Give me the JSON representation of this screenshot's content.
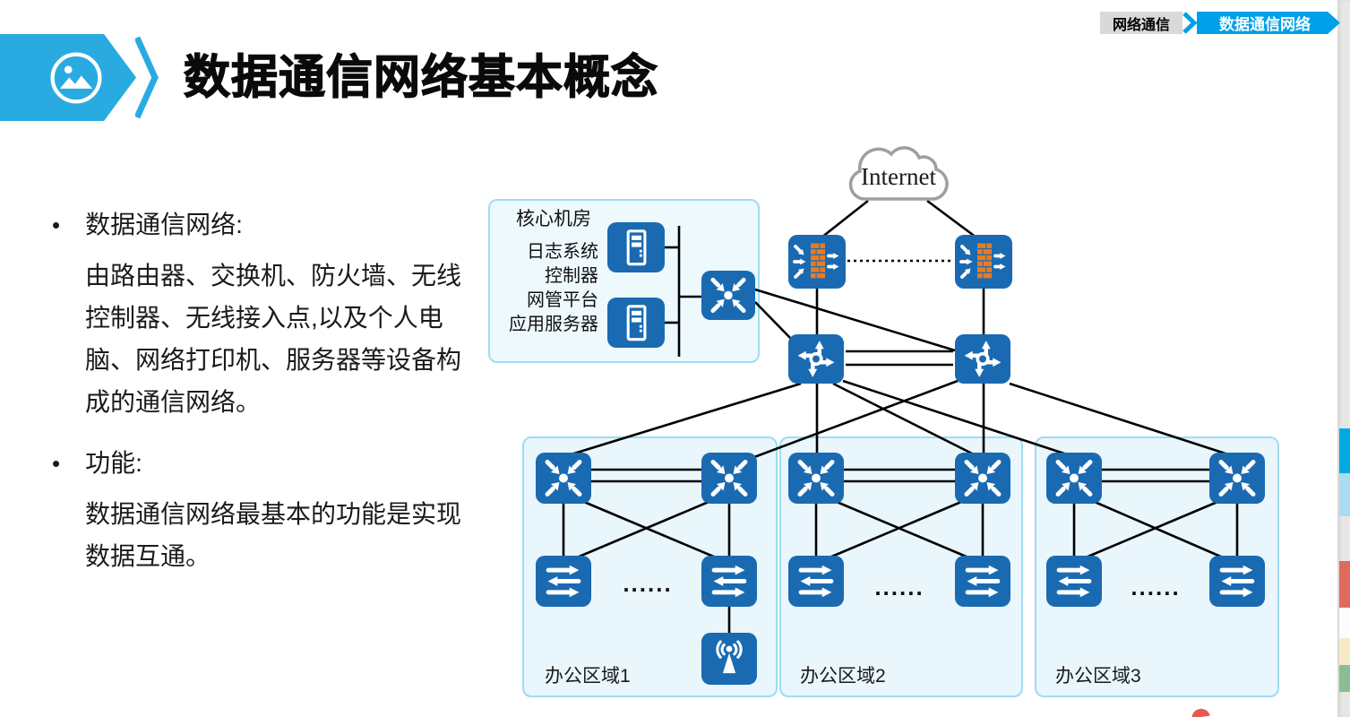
{
  "breadcrumb": {
    "parent": "网络通信",
    "current": "数据通信网络"
  },
  "slide": {
    "title": "数据通信网络基本概念",
    "bullet_marker": "•"
  },
  "bullets": [
    {
      "heading": "数据通信网络:",
      "body": "由路由器、交换机、防火墙、无线控制器、无线接入点,以及个人电脑、网络打印机、服务器等设备构成的通信网络。"
    },
    {
      "heading": "功能:",
      "body": "数据通信网络最基本的功能是实现数据互通。"
    }
  ],
  "diagram": {
    "internet_label": "Internet",
    "core_room": {
      "title": "核心机房",
      "server_labels": [
        "日志系统",
        "控制器",
        "网管平台",
        "应用服务器"
      ]
    },
    "office_areas": [
      {
        "label": "办公区域1"
      },
      {
        "label": "办公区域2"
      },
      {
        "label": "办公区域3"
      }
    ],
    "ellipsis": "......"
  },
  "colors": {
    "device_blue": "#1a6ab2",
    "banner_blue": "#29abe2",
    "breadcrumb_blue": "#00a0e9",
    "firewall_brick_orange": "#e87b23",
    "area_box_fill": "#e9f6fc",
    "area_box_border": "#9edcf2",
    "edge_strip_segments": [
      "#00a9e0",
      "#a9dbf2",
      "#e16a5c",
      "#fbfdfc",
      "#f6ebc4",
      "#8abd93"
    ]
  }
}
